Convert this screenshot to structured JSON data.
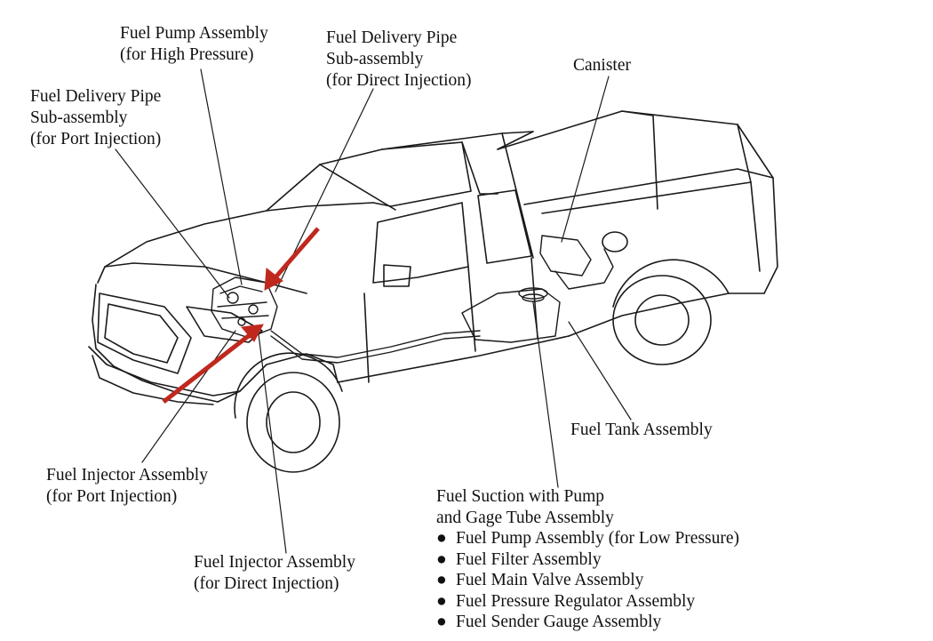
{
  "labels": {
    "fuel_pump_high": [
      "Fuel Pump Assembly",
      "(for High Pressure)"
    ],
    "delivery_pipe_direct": [
      "Fuel Delivery Pipe",
      "Sub-assembly",
      "(for Direct Injection)"
    ],
    "delivery_pipe_port": [
      "Fuel Delivery Pipe",
      "Sub-assembly",
      "(for Port Injection)"
    ],
    "canister": [
      "Canister"
    ],
    "fuel_tank": [
      "Fuel Tank Assembly"
    ],
    "injector_port": [
      "Fuel Injector Assembly",
      "(for Port Injection)"
    ],
    "injector_direct": [
      "Fuel Injector Assembly",
      "(for Direct Injection)"
    ],
    "suction_tube": [
      "Fuel Suction with Pump",
      "and Gage Tube Assembly"
    ]
  },
  "bullet_symbol": "●",
  "bullets": [
    "Fuel Pump Assembly (for Low Pressure)",
    "Fuel Filter Assembly",
    "Fuel Main Valve Assembly",
    "Fuel Pressure Regulator Assembly",
    "Fuel Sender Gauge Assembly"
  ],
  "colors": {
    "line": "#1a1a1a",
    "arrow": "#c0281e",
    "background": "#ffffff"
  }
}
